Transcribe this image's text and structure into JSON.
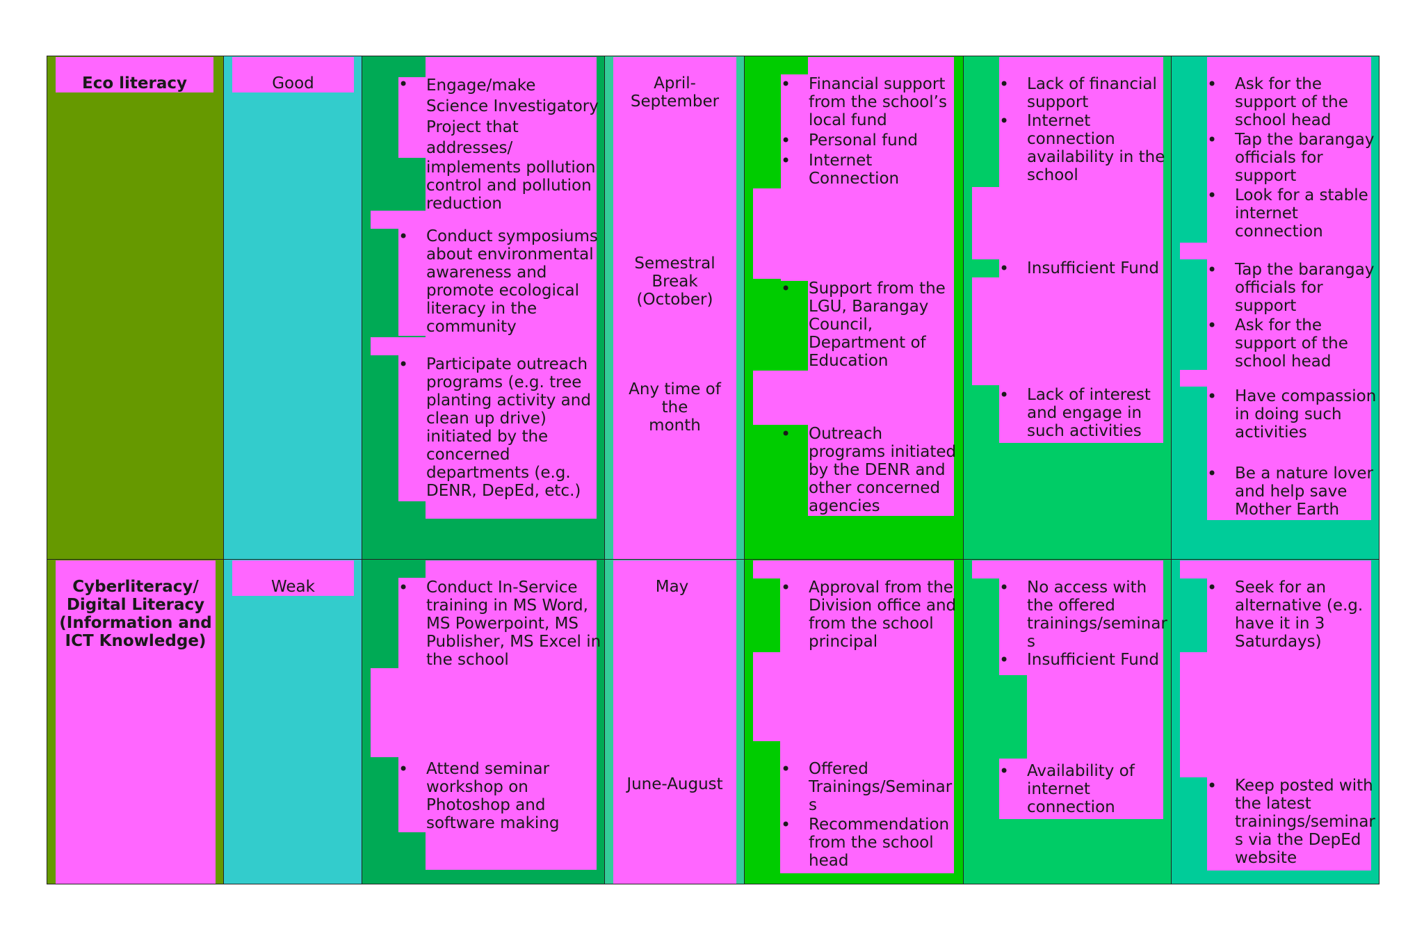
{
  "rows": [
    {
      "area": "Eco literacy",
      "level": "Good",
      "activities": [
        [
          "Engage/make",
          "Science Investigatory",
          "Project that",
          "addresses/",
          "implements  pollution",
          "control and pollution",
          "reduction"
        ],
        [
          "Conduct symposiums",
          "about environmental",
          "awareness and",
          "promote ecological",
          "literacy in the",
          "community"
        ],
        [
          "Participate outreach",
          "programs (e.g. tree",
          "planting activity and",
          "clean up drive)",
          "initiated by the",
          "concerned",
          "departments (e.g.",
          "DENR, DepEd, etc.)"
        ]
      ],
      "timeline": [
        [
          "April-",
          "September"
        ],
        [
          "Semestral",
          "Break",
          "(October)"
        ],
        [
          "Any time of the",
          "month"
        ]
      ],
      "resources": [
        [
          "Financial support",
          "from the school’s",
          "local fund"
        ],
        [
          "Personal fund"
        ],
        [
          "Internet",
          "Connection"
        ],
        [
          "Support from the",
          "LGU, Barangay",
          "Council,",
          "Department of",
          "Education"
        ],
        [
          "Outreach",
          "programs initiated",
          "by the DENR and",
          "other concerned",
          "agencies"
        ]
      ],
      "problems": [
        [
          "Lack of financial",
          "support"
        ],
        [
          "Internet",
          "connection",
          "availability in the",
          "school"
        ],
        [
          "Insufficient Fund"
        ],
        [
          "Lack of interest",
          "and engage in",
          "such activities"
        ]
      ],
      "solutions": [
        [
          "Ask for the",
          "support of the",
          "school head"
        ],
        [
          "Tap the barangay",
          "officials for",
          "support"
        ],
        [
          "Look for a stable",
          "internet",
          "connection"
        ],
        [
          "Tap the barangay",
          "officials for",
          "support"
        ],
        [
          "Ask for the",
          "support of the",
          "school head"
        ],
        [
          "Have compassion",
          "in doing such",
          "activities"
        ],
        [
          "Be a nature lover",
          "and help save",
          "Mother Earth"
        ]
      ]
    },
    {
      "area": [
        "Cyberliteracy/",
        "Digital Literacy",
        "(Information and",
        "ICT Knowledge)"
      ],
      "level": "Weak",
      "activities": [
        [
          "Conduct In-Service",
          "training in MS Word,",
          "MS Powerpoint, MS",
          "Publisher, MS Excel in",
          "the school"
        ],
        [
          "Attend seminar",
          "workshop on",
          "Photoshop and",
          "software making"
        ]
      ],
      "timeline": [
        [
          "May"
        ],
        [
          "June-August"
        ]
      ],
      "resources": [
        [
          "Approval from the",
          "Division office and",
          "from the school",
          "principal"
        ],
        [
          "Offered",
          "Trainings/Seminar",
          "s"
        ],
        [
          "Recommendation",
          "from the school",
          "head"
        ]
      ],
      "problems": [
        [
          "No access with",
          "the offered",
          "trainings/seminar",
          "s"
        ],
        [
          "Insufficient Fund"
        ],
        [
          "Availability of",
          "internet",
          "connection"
        ]
      ],
      "solutions": [
        [
          "Seek for an",
          "alternative (e.g.",
          "have it in 3",
          "Saturdays)"
        ],
        [
          "Keep posted with",
          "the latest",
          "trainings/seminar",
          "s via the DepEd",
          "website"
        ]
      ]
    }
  ]
}
